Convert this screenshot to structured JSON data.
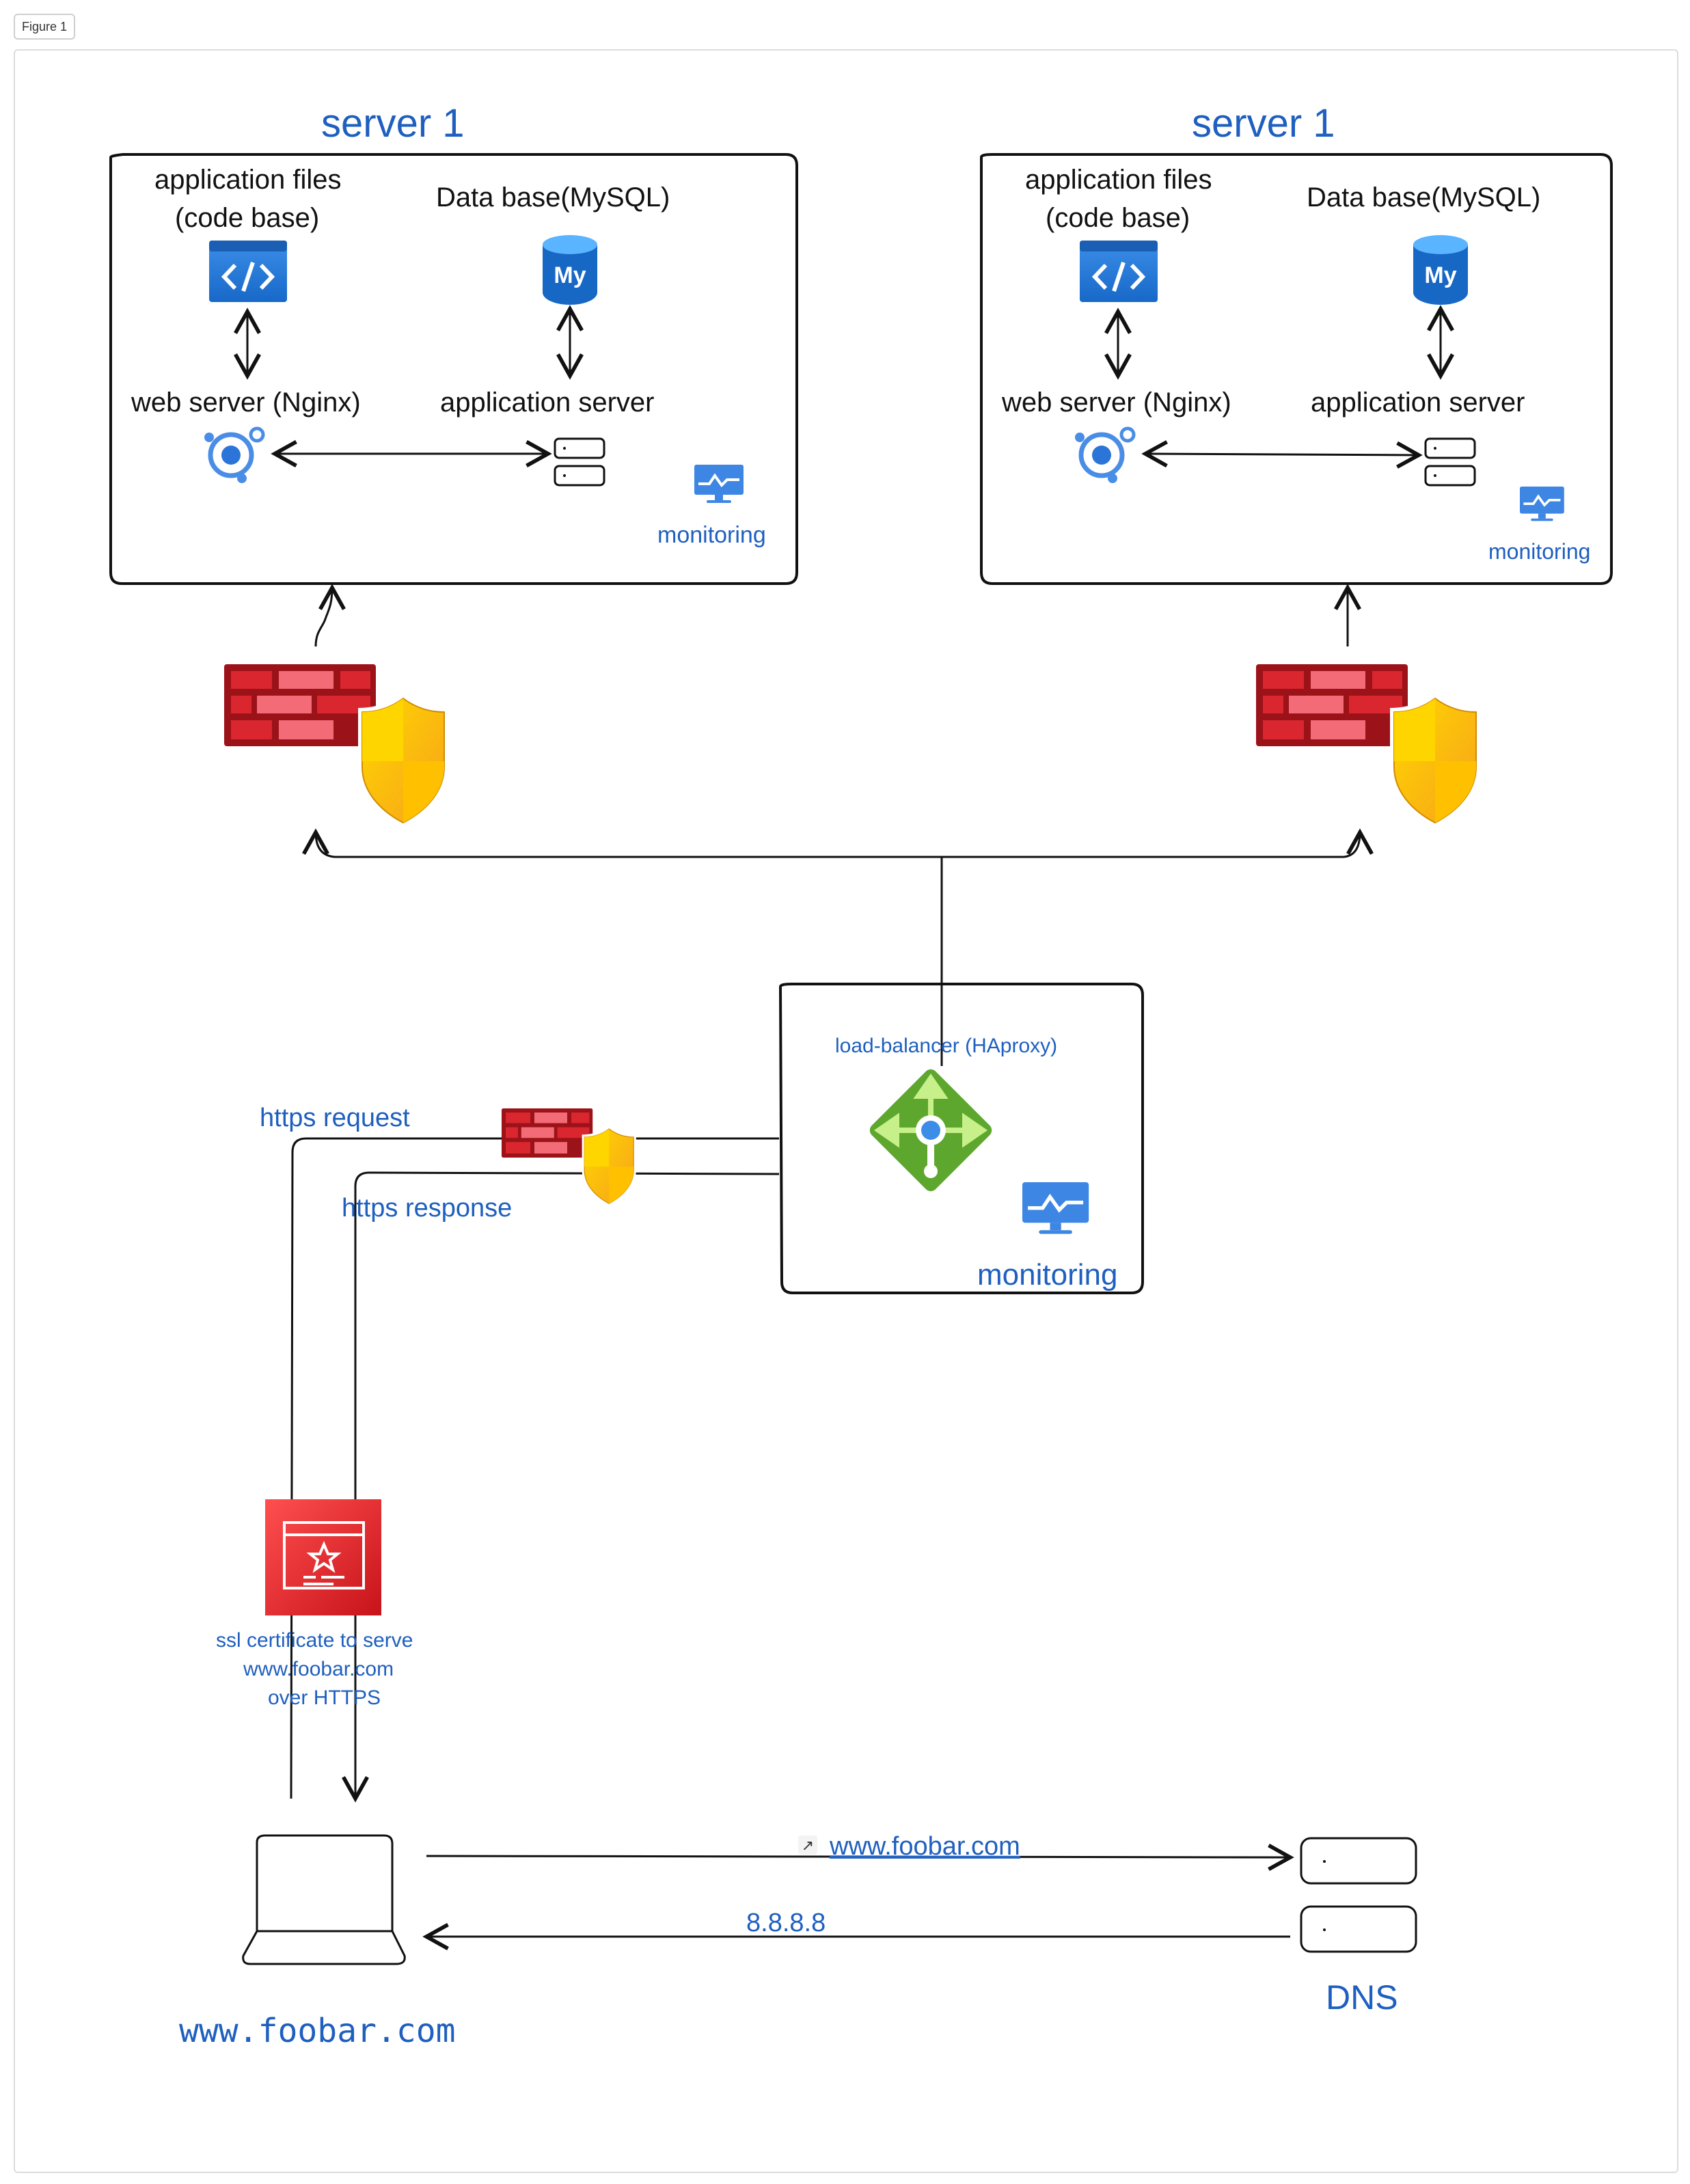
{
  "tab": "Figure 1",
  "server_left": {
    "title": "server 1",
    "app_files_line1": "application files",
    "app_files_line2": "(code base)",
    "database": "Data base(MySQL)",
    "web_server": "web server (Nginx)",
    "app_server": "application server",
    "monitoring": "monitoring"
  },
  "server_right": {
    "title": "server 1",
    "app_files_line1": "application files",
    "app_files_line2": "(code base)",
    "database": "Data base(MySQL)",
    "web_server": "web server (Nginx)",
    "app_server": "application server",
    "monitoring": "monitoring"
  },
  "load_balancer": {
    "label": "load-balancer (HAproxy)",
    "monitoring": "monitoring"
  },
  "flows": {
    "request": "https request",
    "response": "https response",
    "dns_query": "www.foobar.com",
    "dns_answer": "8.8.8.8"
  },
  "ssl": {
    "line1": "ssl certificate to serve",
    "line2": "www.foobar.com",
    "line3": "over HTTPS"
  },
  "client": {
    "label": "www.foobar.com"
  },
  "dns": {
    "label": "DNS"
  },
  "icons": {
    "code": "code-icon",
    "mysql": "mysql-db-icon",
    "mysql_glyph": "My",
    "nginx": "web-server-icon",
    "app_server": "server-rack-icon",
    "monitor": "monitor-icon",
    "firewall": "firewall-shield-icon",
    "load_balancer": "load-balancer-icon",
    "certificate": "certificate-icon",
    "laptop": "laptop-icon",
    "link": "external-link-icon",
    "link_glyph": "↗"
  },
  "colors": {
    "accent_blue": "#1e5fbf",
    "firewall_red": "#c4262e",
    "shield_yellow": "#ffc20e",
    "lb_green": "#5ea72e",
    "cert_red": "#e8262c"
  }
}
